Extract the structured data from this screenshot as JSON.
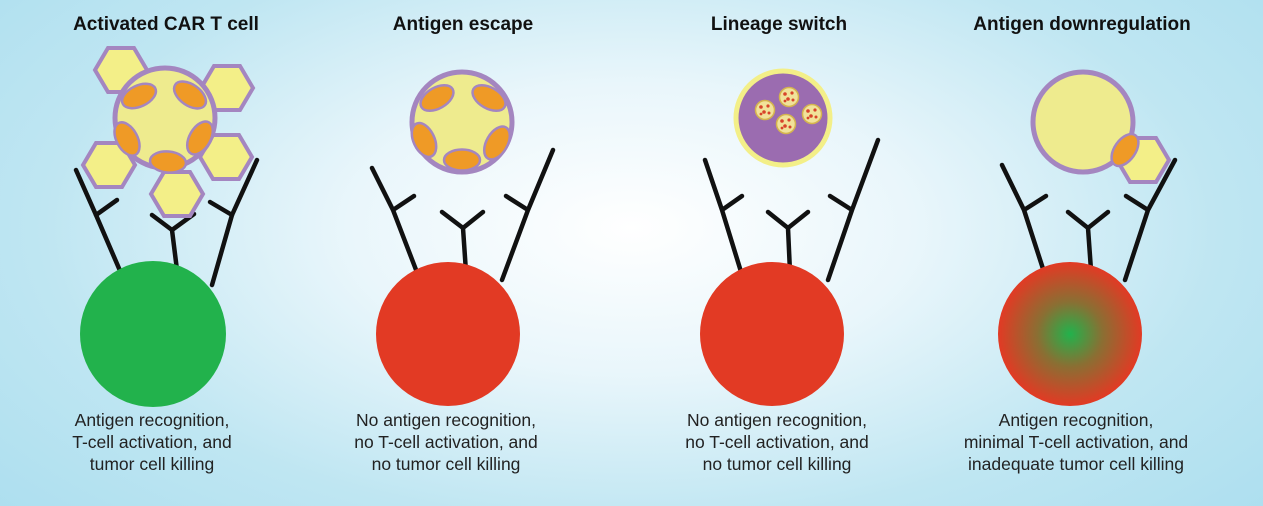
{
  "panels": [
    {
      "title": "Activated CAR T cell",
      "caption": [
        "Antigen recognition,",
        "T-cell activation, and",
        "tumor cell killing"
      ]
    },
    {
      "title": "Antigen escape",
      "caption": [
        "No antigen recognition,",
        "no T-cell activation, and",
        "no tumor cell killing"
      ]
    },
    {
      "title": "Lineage switch",
      "caption": [
        "No antigen recognition,",
        "no T-cell activation, and",
        "no tumor cell killing"
      ]
    },
    {
      "title": "Antigen downregulation",
      "caption": [
        "Antigen recognition,",
        "minimal T-cell activation, and",
        "inadequate tumor cell killing"
      ]
    }
  ],
  "colors": {
    "t_cell_active": "#22b24c",
    "t_cell_inactive": "#e23a24",
    "tumor_cell": "#eeeb8e",
    "antigen_hexagon": "#f3ef88",
    "cell_outline": "#a486c0",
    "epitope": "#ef9a26",
    "lineage_cell": "#9b6cb0",
    "receptor": "#111111"
  }
}
